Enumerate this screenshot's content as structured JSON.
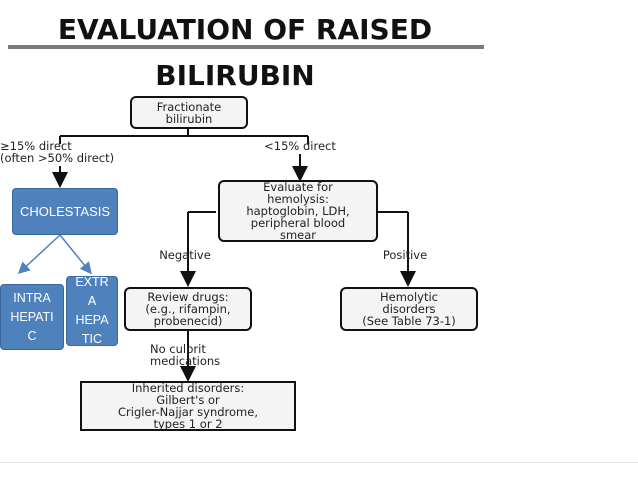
{
  "title": {
    "line1": "EVALUATION OF RAISED",
    "line2": "BILIRUBIN"
  },
  "flowchart": {
    "start": "Fractionate\nbilirubin",
    "left_branch": "≥15% direct\n(often >50% direct)",
    "right_branch": "<15% direct",
    "evaluate": "Evaluate for\nhemolysis:\nhaptoglobin, LDH,\nperipheral blood\nsmear",
    "negative": "Negative",
    "positive": "Positive",
    "review_drugs": "Review drugs:\n(e.g., rifampin,\nprobenecid)",
    "hemolytic": "Hemolytic\ndisorders\n(See Table 73-1)",
    "no_culprit": "No culprit\nmedications",
    "inherited": "Inherited disorders:\nGilbert's or\nCrigler-Najjar syndrome,\ntypes 1 or 2"
  },
  "overlay": {
    "cholestasis": "CHOLESTASIS",
    "intra": "INTRA\nHEPATI\nC",
    "extra": "EXTR\nA\nHEPA\nTIC",
    "fill_color": "#4f81bd"
  }
}
